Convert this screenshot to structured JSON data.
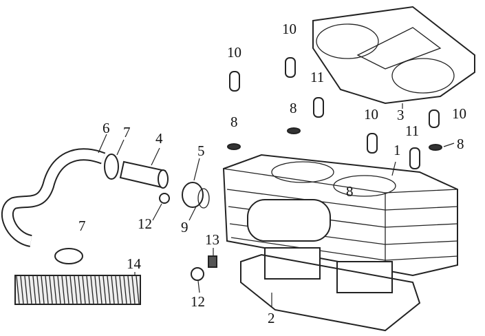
{
  "diagram": {
    "title": "Cylinder exploded parts view",
    "callouts": [
      {
        "id": "c10a",
        "text": "10"
      },
      {
        "id": "c10b",
        "text": "10"
      },
      {
        "id": "c11a",
        "text": "11"
      },
      {
        "id": "c8a",
        "text": "8"
      },
      {
        "id": "c3",
        "text": "3"
      },
      {
        "id": "c10c",
        "text": "10"
      },
      {
        "id": "c10d",
        "text": "10"
      },
      {
        "id": "c8b",
        "text": "8"
      },
      {
        "id": "c6",
        "text": "6"
      },
      {
        "id": "c7a",
        "text": "7"
      },
      {
        "id": "c4",
        "text": "4"
      },
      {
        "id": "c11b",
        "text": "11"
      },
      {
        "id": "c8c",
        "text": "8"
      },
      {
        "id": "c5",
        "text": "5"
      },
      {
        "id": "c1",
        "text": "1"
      },
      {
        "id": "c8d",
        "text": "8"
      },
      {
        "id": "c12a",
        "text": "12"
      },
      {
        "id": "c9",
        "text": "9"
      },
      {
        "id": "c13",
        "text": "13"
      },
      {
        "id": "c7b",
        "text": "7"
      },
      {
        "id": "c14",
        "text": "14"
      },
      {
        "id": "c12b",
        "text": "12"
      },
      {
        "id": "c2",
        "text": "2"
      }
    ]
  }
}
